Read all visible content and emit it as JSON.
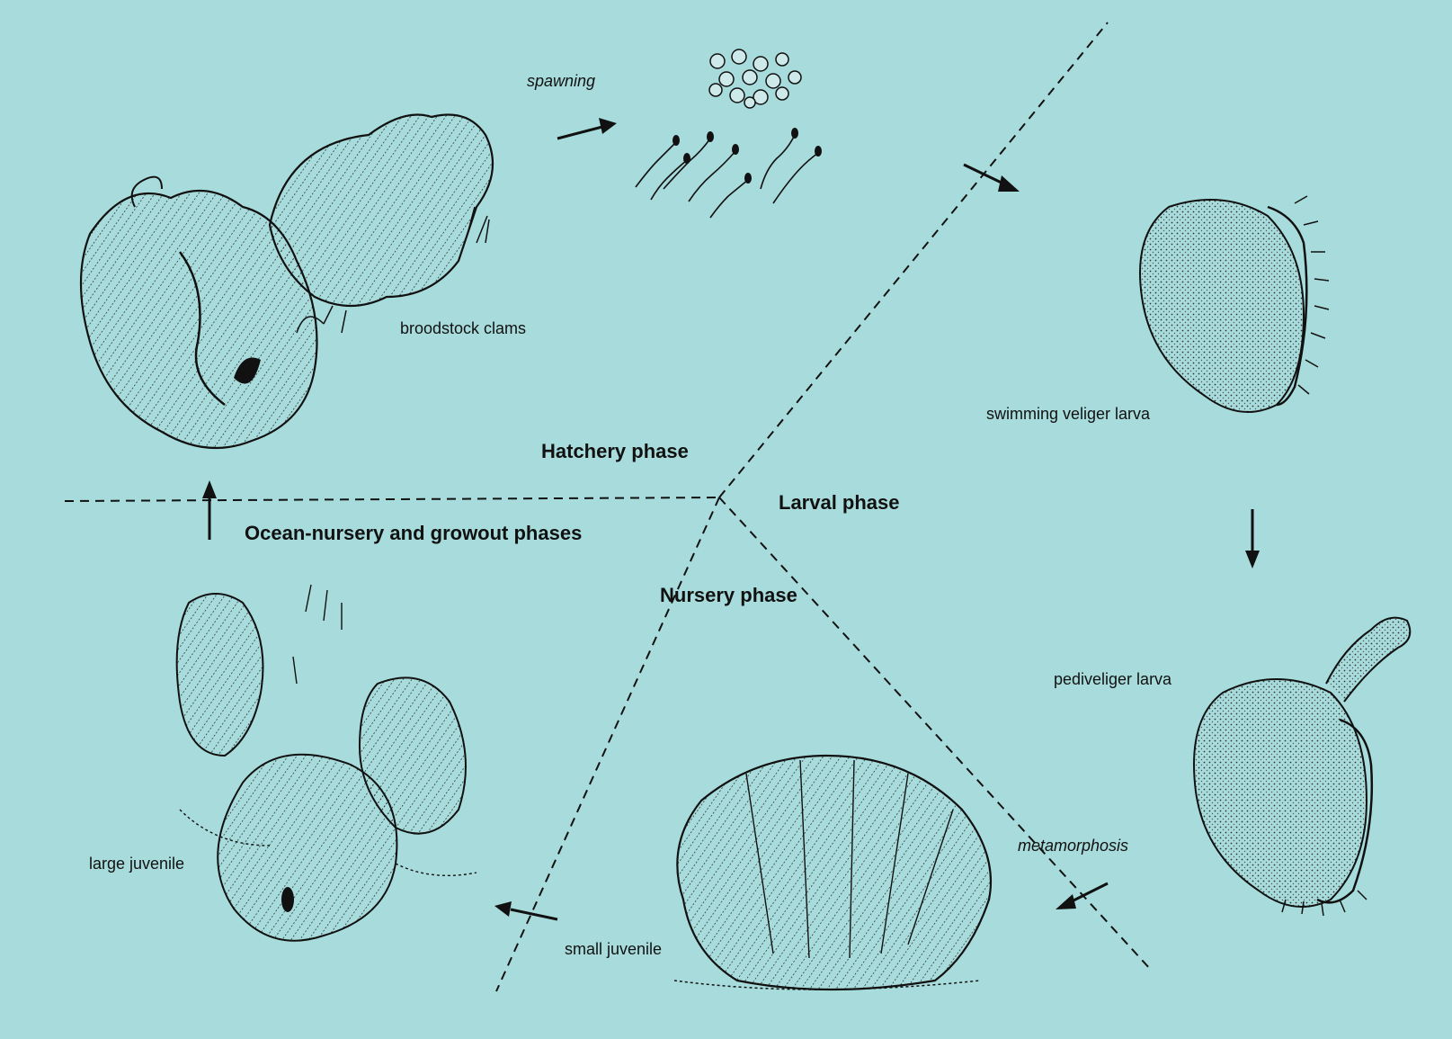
{
  "labels": {
    "spawning": "spawning",
    "broodstock": "broodstock clams",
    "veliger": "swimming veliger larva",
    "pediveliger": "pediveliger larva",
    "metamorphosis": "metamorphosis",
    "small_juvenile": "small juvenile",
    "large_juvenile": "large juvenile"
  },
  "phases": {
    "hatchery": "Hatchery phase",
    "larval": "Larval phase",
    "ocean": "Ocean-nursery and growout phases",
    "nursery": "Nursery phase"
  },
  "colors": {
    "background": "#a8dcdc",
    "ink": "#1a1a1a"
  }
}
